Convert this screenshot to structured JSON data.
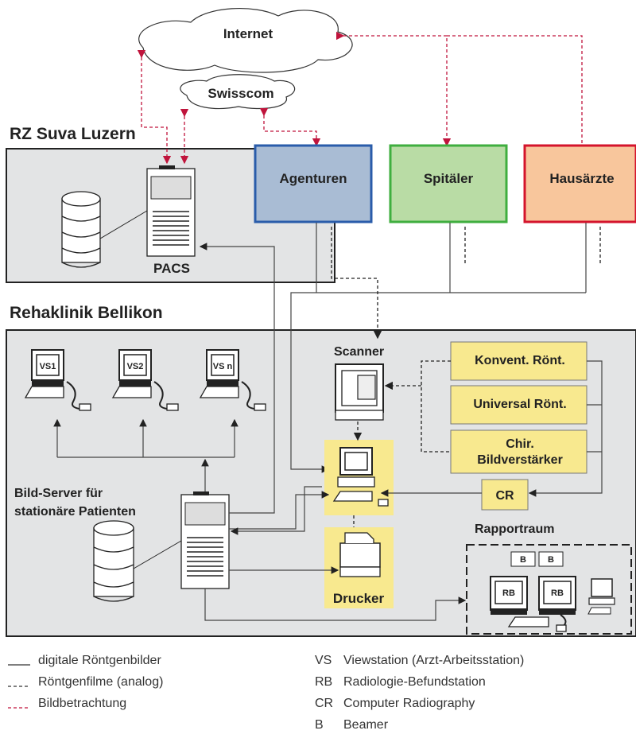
{
  "clouds": {
    "internet": "Internet",
    "swisscom": "Swisscom"
  },
  "sections": {
    "rz": "RZ Suva Luzern",
    "reha": "Rehaklinik Bellikon"
  },
  "nodes": {
    "pacs": "PACS",
    "agenturen": "Agenturen",
    "spitaeler": "Spitäler",
    "hausaerzte": "Hausärzte",
    "scanner": "Scanner",
    "konvent": "Konvent. Rönt.",
    "universal": "Universal Rönt.",
    "chir_line1": "Chir.",
    "chir_line2": "Bildverstärker",
    "cr": "CR",
    "bildserver_line1": "Bild-Server für",
    "bildserver_line2": "stationäre Patienten",
    "drucker": "Drucker",
    "rapportraum": "Rapportraum",
    "vs1": "VS1",
    "vs2": "VS2",
    "vsn": "VS n",
    "rb1": "RB",
    "rb2": "RB",
    "b1": "B",
    "b2": "B"
  },
  "colors": {
    "agenturen": "#a9bcd4",
    "agenturen_border": "#2a5caa",
    "spitaeler": "#b9dca5",
    "spitaeler_border": "#3fae3f",
    "hausaerzte": "#f8c69c",
    "hausaerzte_border": "#d4142c",
    "yellow": "#f8e98f",
    "region": "#e3e4e5"
  },
  "legend_lines": [
    {
      "style": "solid",
      "label": "digitale Röntgenbilder"
    },
    {
      "style": "dashed",
      "label": "Röntgenfilme (analog)"
    },
    {
      "style": "red-dashed",
      "label": "Bildbetrachtung"
    }
  ],
  "legend_abbr": [
    {
      "abbr": "VS",
      "label": "Viewstation (Arzt-Arbeitsstation)"
    },
    {
      "abbr": "RB",
      "label": "Radiologie-Befundstation"
    },
    {
      "abbr": "CR",
      "label": "Computer Radiography"
    },
    {
      "abbr": "B",
      "label": "Beamer"
    }
  ]
}
